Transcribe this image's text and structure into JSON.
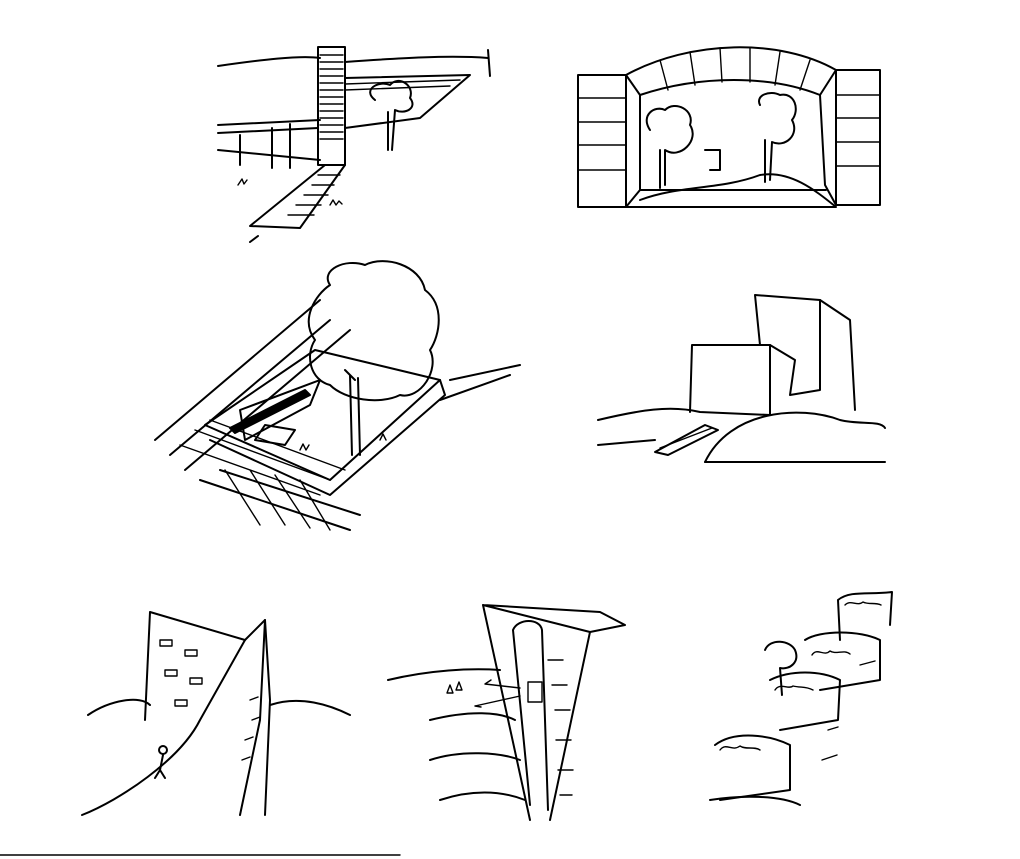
{
  "colors": {
    "background": "#ffffff",
    "ink": "#000000"
  },
  "sketches": [
    {
      "id": "bridge-column"
    },
    {
      "id": "covered-courtyard"
    },
    {
      "id": "tree-deck"
    },
    {
      "id": "boxes-on-mounds"
    },
    {
      "id": "sloped-wall-path"
    },
    {
      "id": "tower-elevator"
    },
    {
      "id": "stacked-terraces"
    }
  ]
}
